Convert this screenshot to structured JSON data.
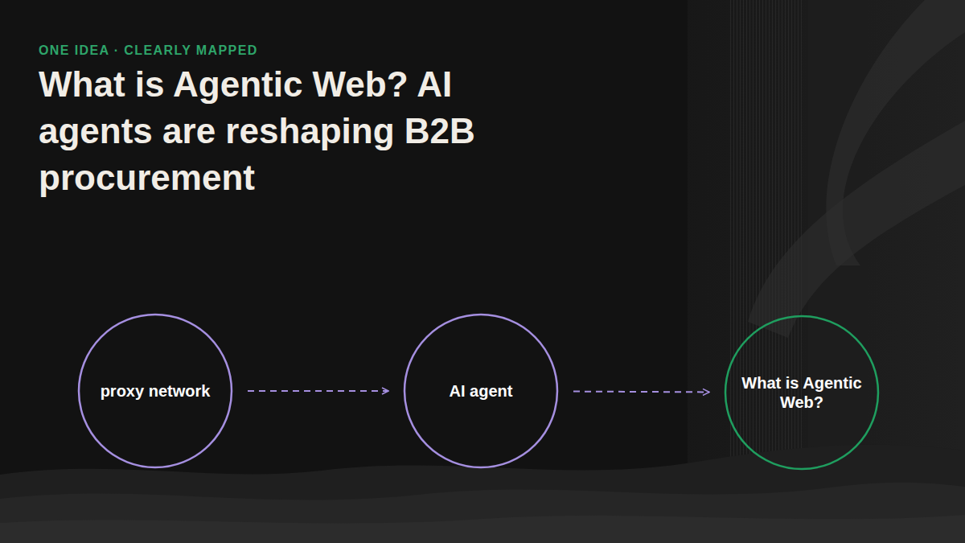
{
  "diagram": {
    "title": "What is Agentic Web? AI agents are reshaping B2B procurement",
    "nodes": [
      {
        "text": [
          "proxy network"
        ]
      },
      {
        "text": [
          "AI agent"
        ]
      },
      {
        "text": [
          "What is Agentic Web?"
        ]
      }
    ],
    "edges": [
      {
        "from": 0,
        "to": 1,
        "arrow": "to"
      },
      {
        "from": 1,
        "to": 2,
        "arrow": "to"
      }
    ],
    "labels": [
      "ONE IDEA · CLEARLY MAPPED"
    ]
  }
}
